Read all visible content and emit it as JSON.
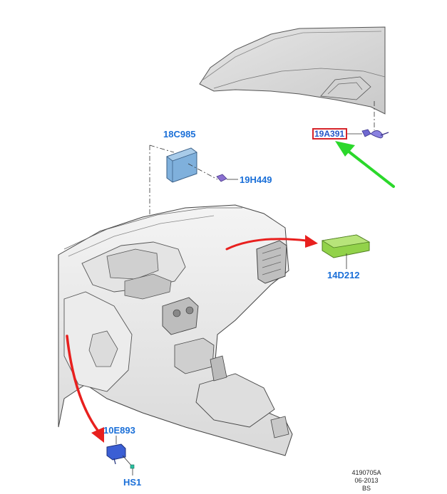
{
  "labels": {
    "c985": "18C985",
    "h449": "19H449",
    "a391": "19A391",
    "d212": "14D212",
    "e893": "10E893",
    "hs1": "HS1"
  },
  "reference": {
    "code": "4190705A",
    "date": "06-2013",
    "suffix": "BS"
  },
  "colors": {
    "label_blue": "#1a6fd8",
    "highlight_box": "#d6242a",
    "arrow_green": "#2bd82b",
    "arrow_red": "#e8201e",
    "module_green": "#8fd24a",
    "module_blue": "#6fa3d8",
    "connector_purple": "#7a6ad8"
  }
}
